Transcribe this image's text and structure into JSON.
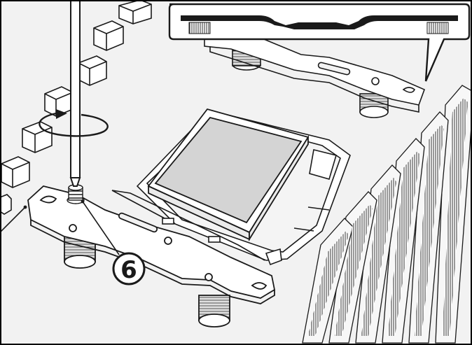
{
  "illustration": {
    "step_number": "6",
    "colors": {
      "board": "#f2f2f2",
      "line": "#1a1a1a",
      "component": "#ffffff",
      "cpu_top": "#d4d4d4",
      "shadow": "#bdbdbd",
      "frame": "#000000"
    },
    "parts": {
      "screwdriver": "screwdriver",
      "rotation_arrow": "clockwise-rotation-arrow",
      "cpu": "cpu",
      "socket": "cpu-socket",
      "mounting_bracket_front": "mounting-bracket-front",
      "mounting_bracket_back": "mounting-bracket-back",
      "standoffs": "standoff",
      "capacitors": "capacitor",
      "ram_slots": "ram-slot",
      "callout": "detail-callout"
    }
  }
}
